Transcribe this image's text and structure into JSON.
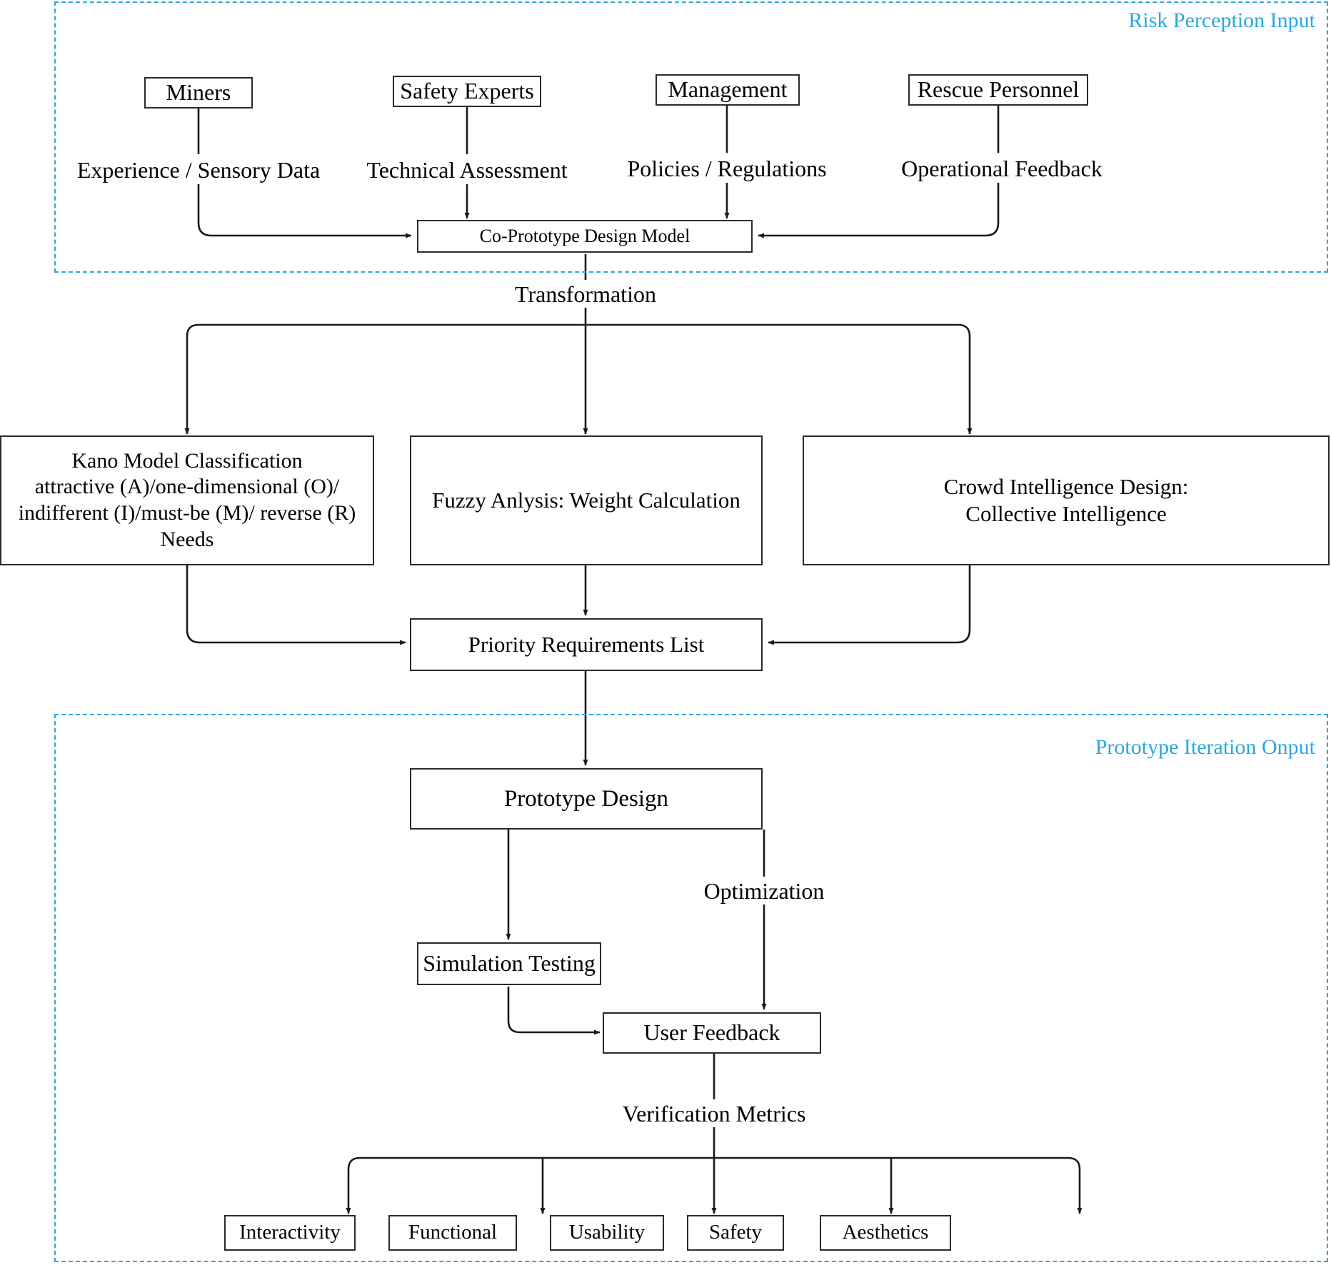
{
  "diagram": {
    "title": "Co-Prototype Design Model Flowchart",
    "accent_color": "#29a8e0",
    "line_color": "#2b2b2b",
    "regions": [
      {
        "id": "risk-perception-input",
        "label": "Risk Perception Input"
      },
      {
        "id": "prototype-iteration-output",
        "label": "Prototype Iteration Onput"
      }
    ],
    "stakeholders": [
      {
        "id": "miners",
        "label": "Miners",
        "contribution": "Experience / Sensory Data"
      },
      {
        "id": "safety-experts",
        "label": "Safety Experts",
        "contribution": "Technical  Assessment"
      },
      {
        "id": "management",
        "label": "Management",
        "contribution": "Policies / Regulations"
      },
      {
        "id": "rescue-personnel",
        "label": "Rescue Personnel",
        "contribution": "Operational Feedback"
      }
    ],
    "nodes": {
      "co_prototype": "Co-Prototype Design Model",
      "transformation": "Transformation",
      "kano": "Kano Model Classification\nattractive (A)/one-dimensional (O)/\nindifferent (I)/must-be (M)/ reverse (R)\nNeeds",
      "kano_lines": [
        "Kano Model Classification",
        "attractive (A)/one-dimensional (O)/",
        "indifferent (I)/must-be (M)/ reverse (R)",
        "Needs"
      ],
      "fuzzy": "Fuzzy Anlysis: Weight Calculation",
      "crowd_lines": [
        "Crowd Intelligence Design:",
        "Collective Intelligence"
      ],
      "priority": "Priority Requirements List",
      "prototype_design": "Prototype Design",
      "simulation_testing": "Simulation Testing",
      "user_feedback": "User Feedback",
      "optimization": "Optimization",
      "verification_metrics": "Verification Metrics"
    },
    "metrics": [
      {
        "id": "interactivity",
        "label": "Interactivity"
      },
      {
        "id": "functional",
        "label": "Functional"
      },
      {
        "id": "usability",
        "label": "Usability"
      },
      {
        "id": "safety",
        "label": "Safety"
      },
      {
        "id": "aesthetics",
        "label": "Aesthetics"
      }
    ]
  }
}
